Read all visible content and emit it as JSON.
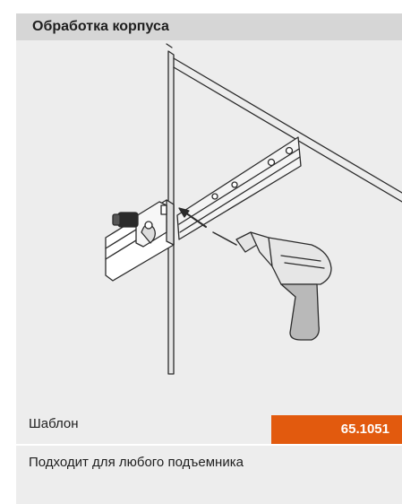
{
  "header": {
    "title": "Обработка корпуса"
  },
  "illustration": {
    "icons": [
      "cabinet-drawing",
      "drilling-jig-icon",
      "drill-icon",
      "arrow-icon"
    ],
    "line_color": "#2b2b2b",
    "background_color": "#ededed"
  },
  "spec": {
    "template_label": "Шаблон",
    "template_code": "65.1051",
    "description": "Подходит для любого подъемника"
  },
  "colors": {
    "header_background": "#d6d6d6",
    "panel_background": "#ededed",
    "accent": "#e25a0e"
  }
}
